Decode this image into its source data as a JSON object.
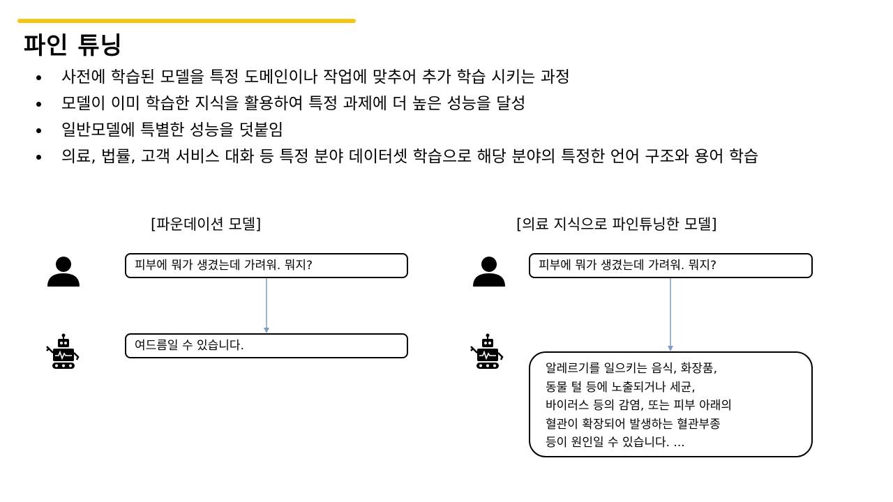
{
  "accent_color": "#F6C416",
  "title": "파인 튜닝",
  "bullets": [
    "사전에 학습된 모델을 특정 도메인이나 작업에 맞추어 추가 학습 시키는 과정",
    "모델이 이미 학습한 지식을 활용하여 특정 과제에 더 높은 성능을 달성",
    "일반모델에 특별한 성능을 덧붙임",
    "의료, 법률, 고객 서비스 대화 등 특정 분야 데이터셋 학습으로 해당 분야의 특정한 언어 구조와 용어 학습"
  ],
  "left_panel": {
    "caption": "[파운데이션 모델]",
    "question": "피부에 뭐가 생겼는데 가려워. 뭐지?",
    "answer": "여드름일 수 있습니다."
  },
  "right_panel": {
    "caption": "[의료 지식으로 파인튜닝한 모델]",
    "question": "피부에 뭐가 생겼는데 가려워. 뭐지?",
    "answer_lines": [
      "알레르기를 일으키는 음식, 화장품,",
      "동물 털 등에 노출되거나 세균,",
      "바이러스 등의 감염, 또는 피부 아래의",
      "혈관이 확장되어 발생하는 혈관부종",
      "등이 원인일 수 있습니다. ..."
    ]
  },
  "icons": [
    "person-icon",
    "robot-icon"
  ],
  "arrow_color": "#7F9CC0"
}
